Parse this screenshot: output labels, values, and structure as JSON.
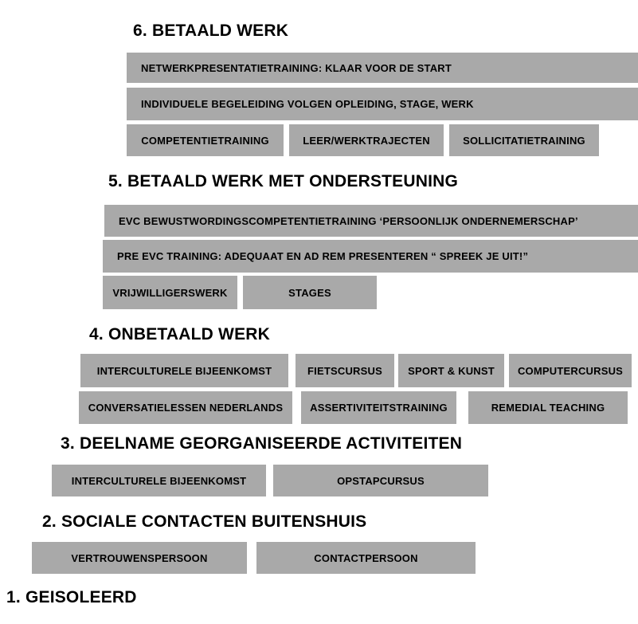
{
  "diagram": {
    "name": "participatieladder",
    "colors": {
      "box_fill": "#a9a9a9",
      "text": "#000000",
      "background": "#ffffff"
    },
    "levels": [
      {
        "heading": "6. BETAALD WERK",
        "rows": [
          [
            "NETWERKPRESENTATIETRAINING: KLAAR VOOR DE START"
          ],
          [
            "INDIVIDUELE BEGELEIDING VOLGEN OPLEIDING, STAGE, WERK"
          ],
          [
            "COMPETENTIETRAINING",
            "LEER/WERKTRAJECTEN",
            "SOLLICITATIETRAINING"
          ]
        ]
      },
      {
        "heading": "5. BETAALD WERK MET ONDERSTEUNING",
        "rows": [
          [
            "EVC BEWUSTWORDINGSCOMPETENTIETRAINING ‘PERSOONLIJK ONDERNEMERSCHAP’"
          ],
          [
            "PRE EVC TRAINING: ADEQUAAT EN AD REM PRESENTEREN “ SPREEK JE UIT!”"
          ],
          [
            "VRIJWILLIGERSWERK",
            "STAGES"
          ]
        ]
      },
      {
        "heading": "4. ONBETAALD WERK",
        "rows": [
          [
            "INTERCULTURELE BIJEENKOMST",
            "FIETSCURSUS",
            "SPORT & KUNST",
            "COMPUTERCURSUS"
          ],
          [
            "CONVERSATIELESSEN NEDERLANDS",
            "ASSERTIVITEITSTRAINING",
            "REMEDIAL TEACHING"
          ]
        ]
      },
      {
        "heading": "3. DEELNAME GEORGANISEERDE ACTIVITEITEN",
        "rows": [
          [
            "INTERCULTURELE BIJEENKOMST",
            "OPSTAPCURSUS"
          ]
        ]
      },
      {
        "heading": "2. SOCIALE CONTACTEN BUITENSHUIS",
        "rows": [
          [
            "VERTROUWENSPERSOON",
            "CONTACTPERSOON"
          ]
        ]
      },
      {
        "heading": "1. GEISOLEERD",
        "rows": []
      }
    ]
  }
}
